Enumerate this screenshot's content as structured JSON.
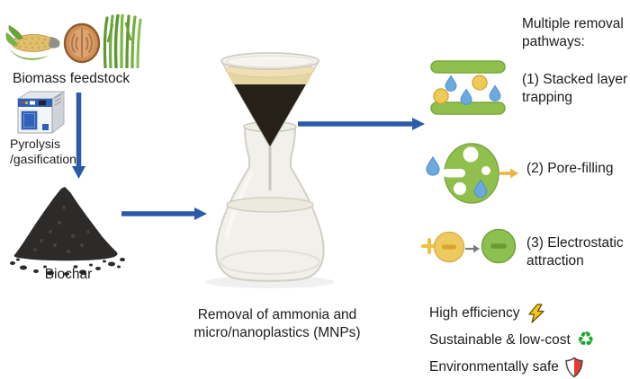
{
  "left_panel": {
    "feedstock_label": "Biomass feedstock",
    "process_label": "Pyrolysis /gasification",
    "biochar_label": "Biochar",
    "icons": [
      "corn-icon",
      "walnut-icon",
      "grass-icon",
      "pyrolysis-machine-icon",
      "biochar-pile-icon"
    ]
  },
  "center": {
    "caption": "Removal of ammonia and micro/nanoplastics (MNPs)",
    "illustration": "biochar-funnel-on-erlenmeyer-flask"
  },
  "right_panel": {
    "heading": "Multiple removal pathways:",
    "pathways": [
      {
        "label": "(1) Stacked layer trapping",
        "icon": "stacked-layer-trapping-icon"
      },
      {
        "label": "(2) Pore-filling",
        "icon": "pore-filling-icon"
      },
      {
        "label": "(3) Electrostatic attraction",
        "icon": "electrostatic-attraction-icon"
      }
    ],
    "benefits": [
      {
        "label": "High efficiency",
        "icon": "lightning-icon"
      },
      {
        "label": "Sustainable & low-cost",
        "icon": "recycle-icon"
      },
      {
        "label": "Environmentally safe",
        "icon": "shield-icon"
      }
    ]
  },
  "icons": {
    "recycle_glyph": "♻"
  },
  "colors": {
    "arrow_blue": "#2b5aa8",
    "pathway_green": "#90bf4e",
    "pathway_green_border": "#79a73c",
    "droplet_blue": "#6caade",
    "particle_yellow": "#eecb59",
    "orange_arrow": "#efb340",
    "machine_blue": "#2e62b8",
    "biochar_dark": "#2d2b29",
    "funnel_black": "#262019",
    "sand_cream": "#e6d5a4"
  }
}
